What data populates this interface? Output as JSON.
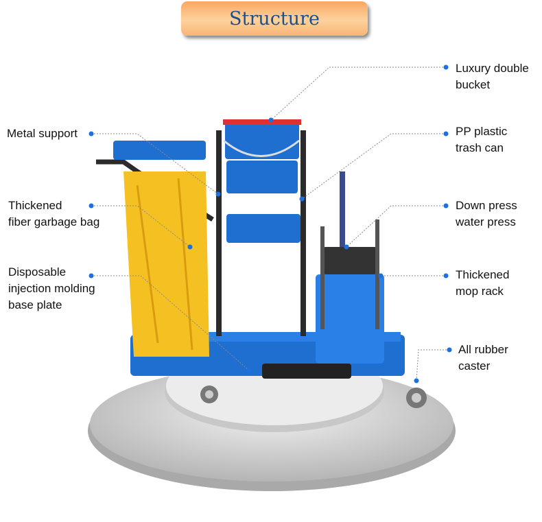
{
  "title": "Structure",
  "labels": {
    "luxury_double_bucket": "Luxury double\nbucket",
    "pp_trash_can": "PP plastic\ntrash  can",
    "down_press": "Down press\nwater press",
    "mop_rack": "Thickened\nmop rack",
    "caster": "All rubber\ncaster",
    "metal_support": "Metal support",
    "garbage_bag": "Thickened\nfiber garbage bag",
    "base_plate": "Disposable\ninjection molding\nbase plate"
  },
  "colors": {
    "accent": "#1e6fe0",
    "title_text": "#1d4f8f",
    "cart_blue": "#1f6fd1",
    "bag_yellow": "#f5c021"
  }
}
